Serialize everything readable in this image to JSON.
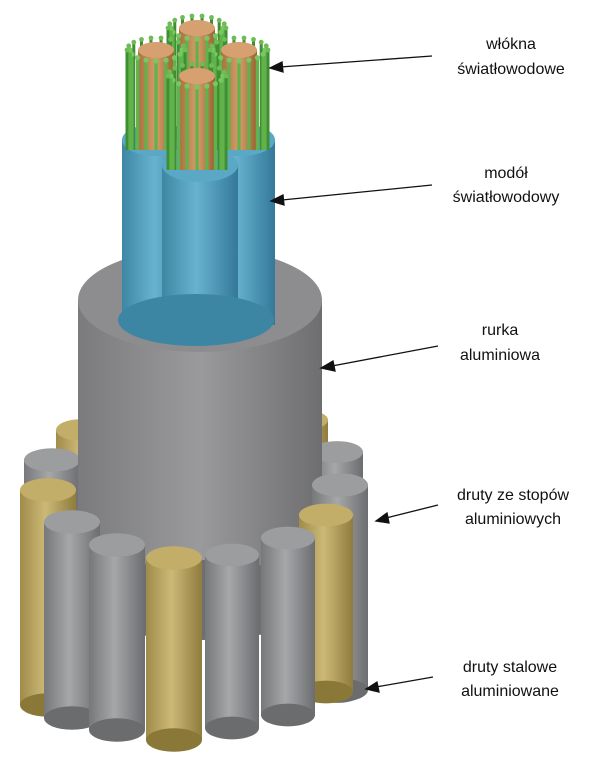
{
  "labels": {
    "fibers": {
      "line1": "włókna",
      "line2": "światłowodowe"
    },
    "module": {
      "line1": "modół",
      "line2": "światłowodowy"
    },
    "tube": {
      "line1": "rurka",
      "line2": "aluminiowa"
    },
    "alloy_wires": {
      "line1": "druty ze stopów",
      "line2": "aluminiowych"
    },
    "steel_wires": {
      "line1": "druty stalowe",
      "line2": "aluminiowane"
    }
  },
  "colors": {
    "grey_wire": "#8a8b8d",
    "gold_wire": "#b9a764",
    "tube": "#8c8c8c",
    "module": "#4c98b6",
    "copper": "#c88e60",
    "fiber": "#58a845"
  }
}
